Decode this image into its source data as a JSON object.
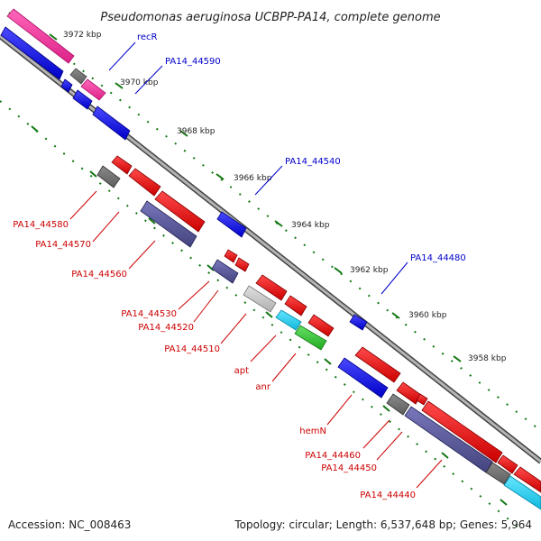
{
  "title": "Pseudomonas aeruginosa UCBPP-PA14, complete genome",
  "footer": {
    "accession": "Accession: NC_008463",
    "summary": "Topology: circular; Length: 6,537,648 bp; Genes: 5,964"
  },
  "ticks": [
    "3972 kbp",
    "3970 kbp",
    "3968 kbp",
    "3966 kbp",
    "3964 kbp",
    "3962 kbp",
    "3960 kbp",
    "3958 kbp"
  ],
  "labels_forward": [
    "recR",
    "PA14_44590",
    "PA14_44540",
    "PA14_44480"
  ],
  "labels_reverse": [
    "PA14_44580",
    "PA14_44570",
    "PA14_44560",
    "PA14_44530",
    "PA14_44520",
    "PA14_44510",
    "apt",
    "anr",
    "hemN",
    "PA14_44460",
    "PA14_44450",
    "PA14_44440"
  ],
  "colors": {
    "forward": "#0000ee",
    "reverse_cds": "#ee0000",
    "gene": "#55559e",
    "pink": "#ee3399",
    "grey": "#777777",
    "light_grey": "#c8c8c8",
    "cyan": "#22ccee",
    "green": "#33cc33",
    "backbone": "#999999",
    "label_red": "#cc0000",
    "label_blue": "#0000cc"
  }
}
